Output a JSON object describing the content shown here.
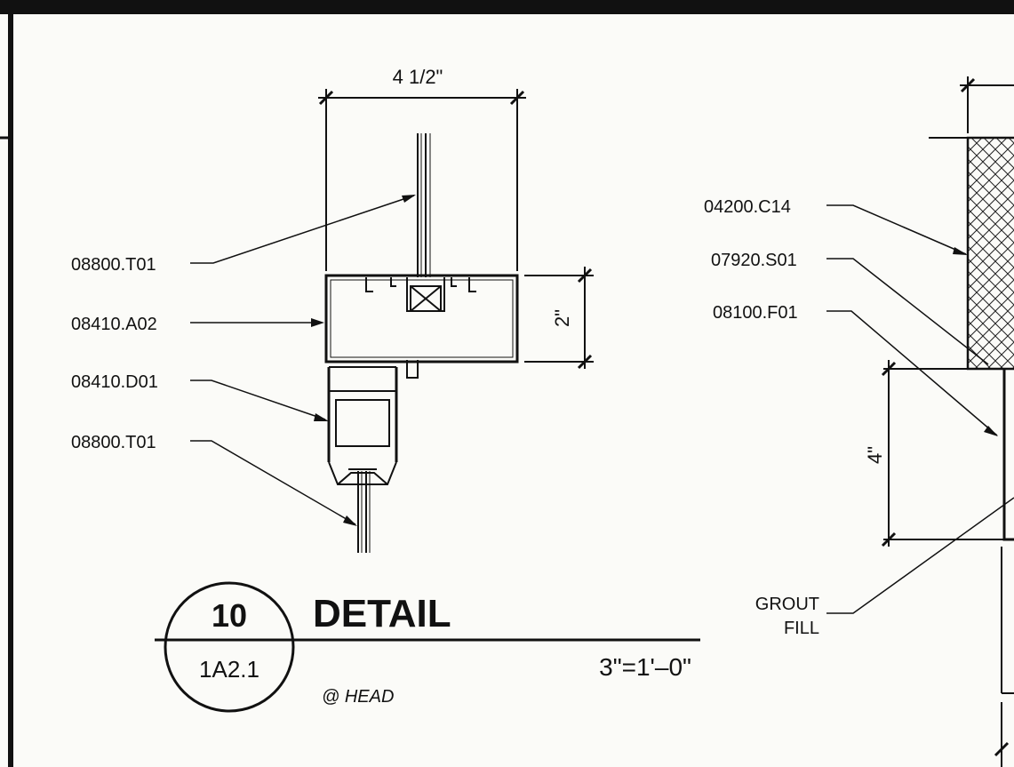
{
  "detail": {
    "number": "10",
    "sheet": "1A2.1",
    "title": "DETAIL",
    "scale": "3\"=1'–0\"",
    "subtitle": "@ HEAD"
  },
  "left_callouts": {
    "glazing_top": "08800.T01",
    "frame_head": "08410.A02",
    "door_frame": "08410.D01",
    "glazing_bottom": "08800.T01"
  },
  "right_callouts": {
    "masonry": "04200.C14",
    "sealant": "07920.S01",
    "hm_frame": "08100.F01",
    "grout_line1": "GROUT",
    "grout_line2": "FILL"
  },
  "dimensions": {
    "frame_width": "4 1/2\"",
    "frame_height": "2\"",
    "opening_height": "4\""
  },
  "colors": {
    "ink": "#111111",
    "paper": "#fbfbf8"
  }
}
